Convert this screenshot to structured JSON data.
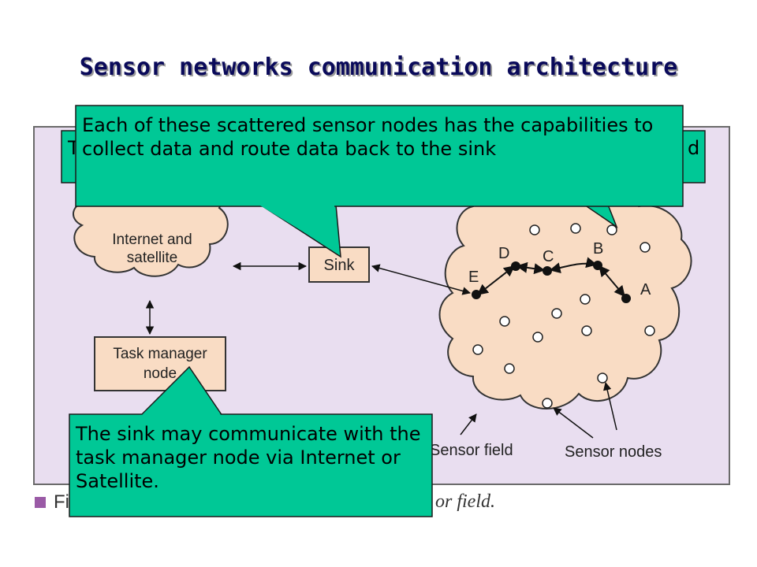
{
  "title": "Sensor networks communication architecture",
  "diagram": {
    "nodes": {
      "internet": {
        "line1": "Internet and",
        "line2": "satellite"
      },
      "sink": "Sink",
      "task_manager": {
        "line1": "Task manager",
        "line2": "node"
      },
      "field_label": "Sensor field",
      "sensor_nodes_label": "Sensor nodes",
      "path_labels": [
        "A",
        "B",
        "C",
        "D",
        "E"
      ]
    },
    "colors": {
      "callout": "#00c896",
      "cloud": "#f9dcc4",
      "panel": "#e9def0"
    }
  },
  "callouts": {
    "back_partial": {
      "left": "T",
      "right": "d"
    },
    "top": "Each of these scattered sensor nodes has the capabilities to collect data and route data back to the sink",
    "bottom": "The sink may communicate with the task manager node via Internet or Satellite."
  },
  "caption": {
    "lead": "Fi",
    "tail": "or field."
  }
}
